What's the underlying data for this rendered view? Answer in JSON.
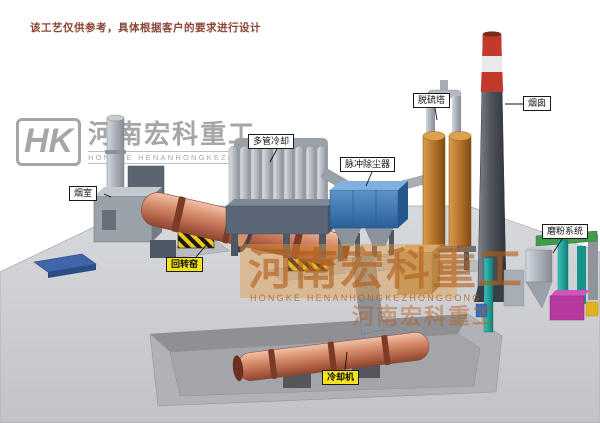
{
  "disclaimer": "该工艺仅供参考，具体根据客户的要求进行设计",
  "logo": {
    "monogram": "HK",
    "company_cn": "河南宏科重工",
    "company_en": "HONGKE HENANHONGKEZHONGGONG"
  },
  "watermark": {
    "company_cn": "河南宏科重工",
    "company_en": "HONGKE HENANHONGKEZHONGGONG",
    "company_cn_secondary": "河南宏科重工"
  },
  "equipment_labels": {
    "smoke_chamber": "烟室",
    "rotary_kiln": "回转窑",
    "multi_tube_cooler": "多管冷却",
    "pulse_dust_collector": "脉冲除尘器",
    "desulfurization_tower": "脱硫塔",
    "chimney": "烟囱",
    "grinding_system": "磨粉系统",
    "cooling_machine": "冷却机"
  },
  "colors": {
    "label_highlight_yellow": "#f5e31d",
    "kiln_salmon": "#d88f6e",
    "dust_collector_blue": "#2f6aa8",
    "tower_orange": "#b5722a",
    "chimney_red": "#c23a2b",
    "watermark_orange": "#d2882f",
    "disclaimer_red": "#8b4535"
  }
}
